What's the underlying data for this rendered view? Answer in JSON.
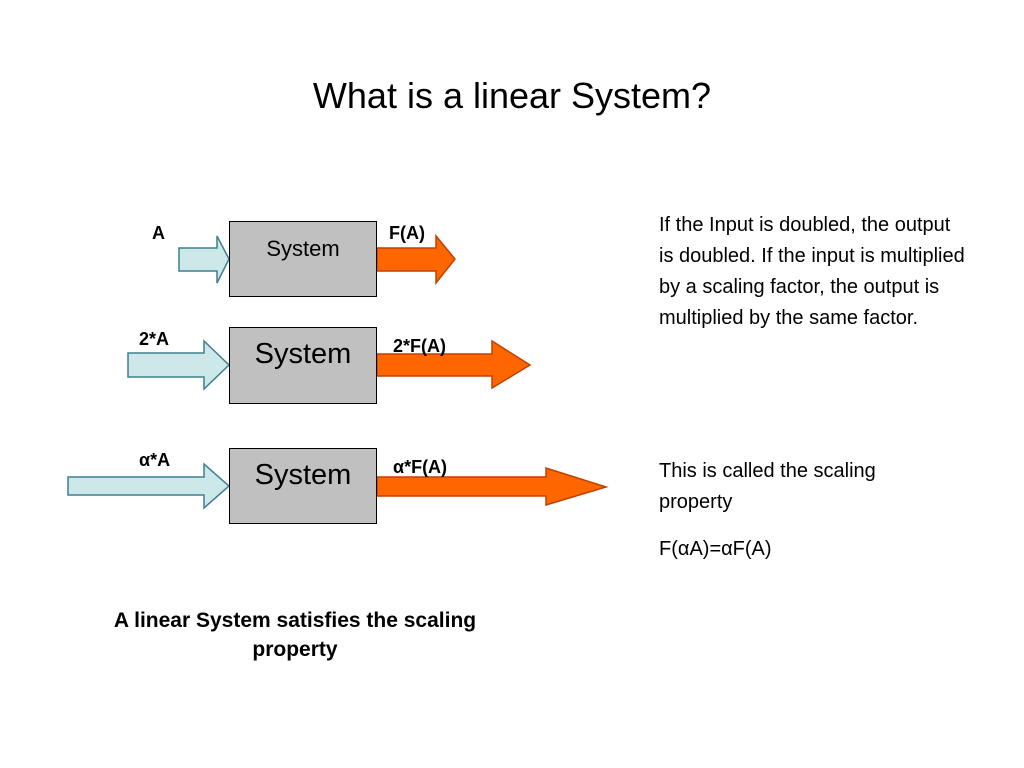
{
  "slide": {
    "title": "What is a linear System?"
  },
  "diagram": {
    "rows": [
      {
        "input_label": "A",
        "system_label": "System",
        "output_label": "F(A)"
      },
      {
        "input_label": "2*A",
        "system_label": "System",
        "output_label": "2*F(A)"
      },
      {
        "input_label": "α*A",
        "system_label": "System",
        "output_label": "α*F(A)"
      }
    ],
    "colors": {
      "input_arrow": "#cce8e8",
      "output_arrow": "#ff6600",
      "system_box": "#c0c0c0"
    }
  },
  "explanation": {
    "paragraph1": "If the Input is doubled, the output is doubled.  If the input is multiplied by a scaling factor, the output is multiplied by the same factor.",
    "paragraph2": "This is called the scaling property",
    "formula": "F(αA)=αF(A)"
  },
  "caption": {
    "text": "A linear System satisfies the scaling property"
  }
}
